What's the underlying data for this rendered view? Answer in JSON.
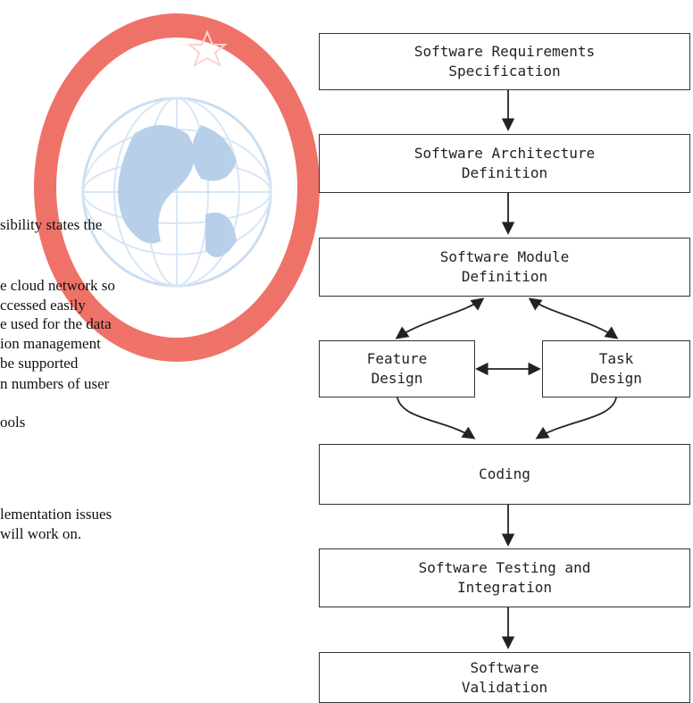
{
  "left_text": {
    "lines": [
      "sibility  states   the",
      "e cloud network so",
      "ccessed easily",
      "e used for the data",
      "ion management",
      "be supported",
      "n  numbers  of  user",
      "ools",
      "lementation issues",
      "will work on."
    ]
  },
  "flowchart": {
    "srs": "Software Requirements\nSpecification",
    "arch": "Software Architecture\nDefinition",
    "module": "Software Module\nDefinition",
    "feature": "Feature\nDesign",
    "task": "Task\nDesign",
    "coding": "Coding",
    "testing": "Software Testing and\nIntegration",
    "validation": "Software\nValidation"
  },
  "watermark": {
    "color": "#e8554c",
    "globe_color": "#9fc3e6"
  }
}
